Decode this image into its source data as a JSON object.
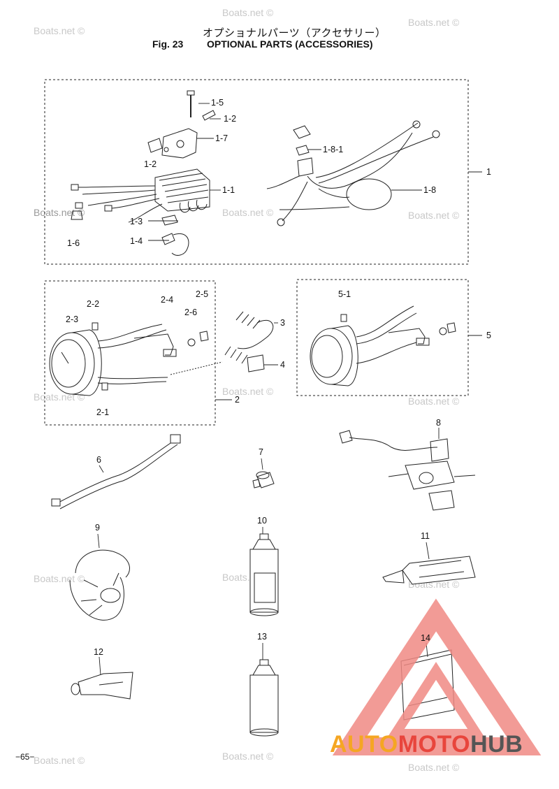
{
  "header": {
    "title_jp": "オプショナルパーツ（アクセサリー）",
    "fig_label": "Fig. 23",
    "title_en": "OPTIONAL PARTS (ACCESSORIES)"
  },
  "watermark_text": "Boats.net ©",
  "labels": {
    "p1": "1",
    "p1_1": "1-1",
    "p1_2a": "1-2",
    "p1_2b": "1-2",
    "p1_3": "1-3",
    "p1_4": "1-4",
    "p1_5": "1-5",
    "p1_6": "1-6",
    "p1_7": "1-7",
    "p1_8": "1-8",
    "p1_8_1": "1-8-1",
    "p2": "2",
    "p2_1": "2-1",
    "p2_2": "2-2",
    "p2_3": "2-3",
    "p2_4": "2-4",
    "p2_5": "2-5",
    "p2_6": "2-6",
    "p3": "3",
    "p4": "4",
    "p5": "5",
    "p5_1": "5-1",
    "p6": "6",
    "p7": "7",
    "p8": "8",
    "p9": "9",
    "p10": "10",
    "p11": "11",
    "p12": "12",
    "p13": "13",
    "p14": "14"
  },
  "page_number": "−65−",
  "brand": {
    "part1": "AUTO",
    "part2": "MOTO",
    "part3": "HUB"
  },
  "colors": {
    "brand_orange": "#f5a623",
    "brand_red": "#e8453c",
    "brand_gray": "#555555",
    "triangle": "#f08a84"
  }
}
